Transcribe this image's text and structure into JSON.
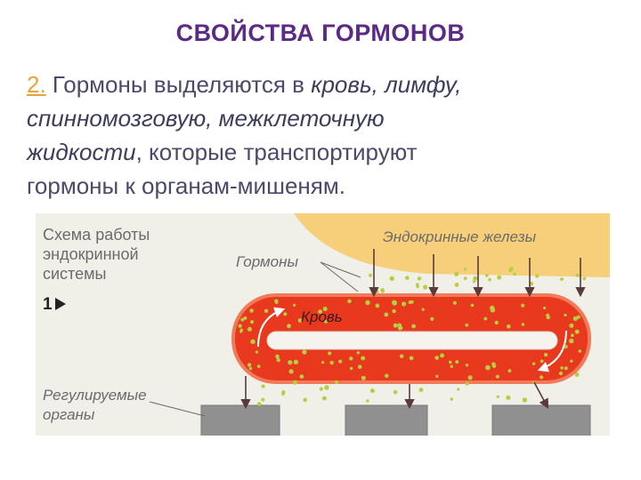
{
  "slide": {
    "title": "СВОЙСТВА ГОРМОНОВ",
    "point_number": "2.",
    "line1_a": " Гормоны выделяются в ",
    "line1_b": "кровь, лимфу,",
    "line2": "спинномозговую, межклеточную",
    "line3_a": "жидкости",
    "line3_b": ", которые транспортируют",
    "line4_a": "гормоны",
    "line4_b": " к органам-мишеням."
  },
  "diagram": {
    "caption_line1": "Схема работы",
    "caption_line2": "эндокринной",
    "caption_line3": "системы",
    "figure_number": "1",
    "label_glands": "Эндокринные железы",
    "label_hormones": "Гормоны",
    "label_blood": "Кровь",
    "label_organs_line1": "Регулируемые",
    "label_organs_line2": "органы",
    "colors": {
      "gland": "#f7cf7a",
      "blood": "#e8381e",
      "blood_edge": "#f07a5a",
      "hormone": "#b7cf3e",
      "organ": "#909090",
      "arrow": "#5a3a3a"
    }
  }
}
